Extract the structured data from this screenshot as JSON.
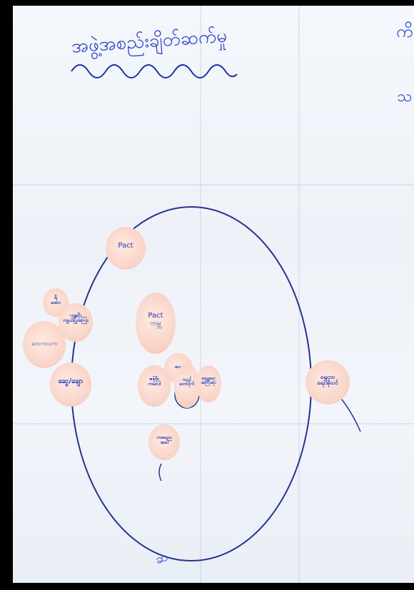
{
  "title": "အဖွဲ့အစည်းချိတ်ဆက်မှု",
  "edge_marks": [
    "ကိ",
    "သ"
  ],
  "bottom_mark": "ဆ",
  "notes": [
    {
      "text": "Pact"
    },
    {
      "text": "ရိ\nအေဝ"
    },
    {
      "text": "ကျဆိုး\nကျယ်ပြုးကြေး"
    },
    {
      "text": "ဘေကလက"
    },
    {
      "text": "ဆွေ/ချော"
    },
    {
      "text": "Pact\nကမ္ဘ"
    },
    {
      "text": "အနး"
    },
    {
      "text": "ဇစ်ဒိုး\nကမ်းပါ"
    },
    {
      "text": "ဂလင်\nတော်ပိုက်"
    },
    {
      "text": "တွေးမေး\nအကြီးဆုံး"
    },
    {
      "text": "ရွှေတာ\nရေးအိုးဝင်"
    },
    {
      "text": "ကစမည\nအခါ"
    }
  ]
}
